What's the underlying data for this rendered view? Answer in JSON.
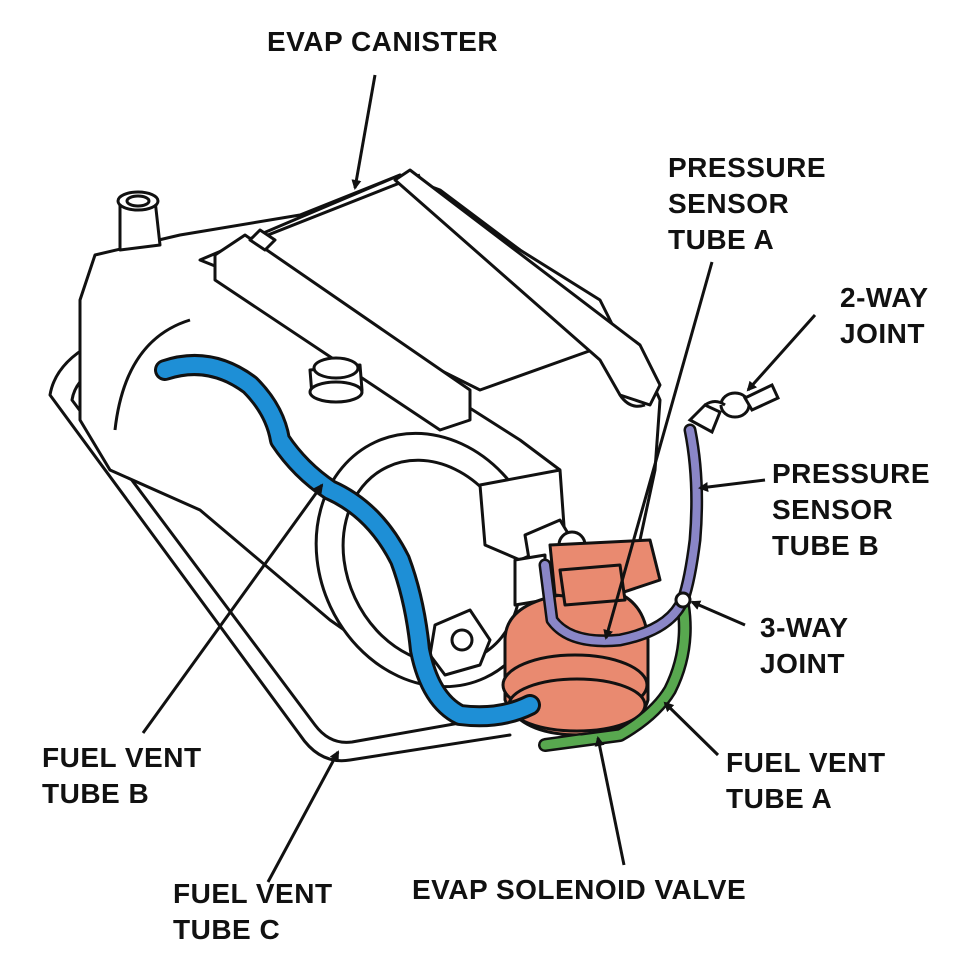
{
  "labels": {
    "evap_canister": [
      "EVAP CANISTER"
    ],
    "pressure_sensor_tube_a": [
      "PRESSURE",
      "SENSOR",
      "TUBE A"
    ],
    "two_way_joint": [
      "2-WAY",
      "JOINT"
    ],
    "pressure_sensor_tube_b": [
      "PRESSURE",
      "SENSOR",
      "TUBE B"
    ],
    "three_way_joint": [
      "3-WAY",
      "JOINT"
    ],
    "fuel_vent_tube_a": [
      "FUEL VENT",
      "TUBE A"
    ],
    "fuel_vent_tube_b": [
      "FUEL VENT",
      "TUBE B"
    ],
    "fuel_vent_tube_c": [
      "FUEL VENT",
      "TUBE C"
    ],
    "evap_solenoid_valve": [
      "EVAP SOLENOID VALVE"
    ]
  },
  "colors": {
    "outline": "#111111",
    "fuel_vent_tube_b": "#1e8fd6",
    "pressure_sensor_tubes": "#8a86c7",
    "fuel_vent_tube_a": "#58a84f",
    "solenoid_valve": "#e98a70",
    "background": "#ffffff"
  }
}
